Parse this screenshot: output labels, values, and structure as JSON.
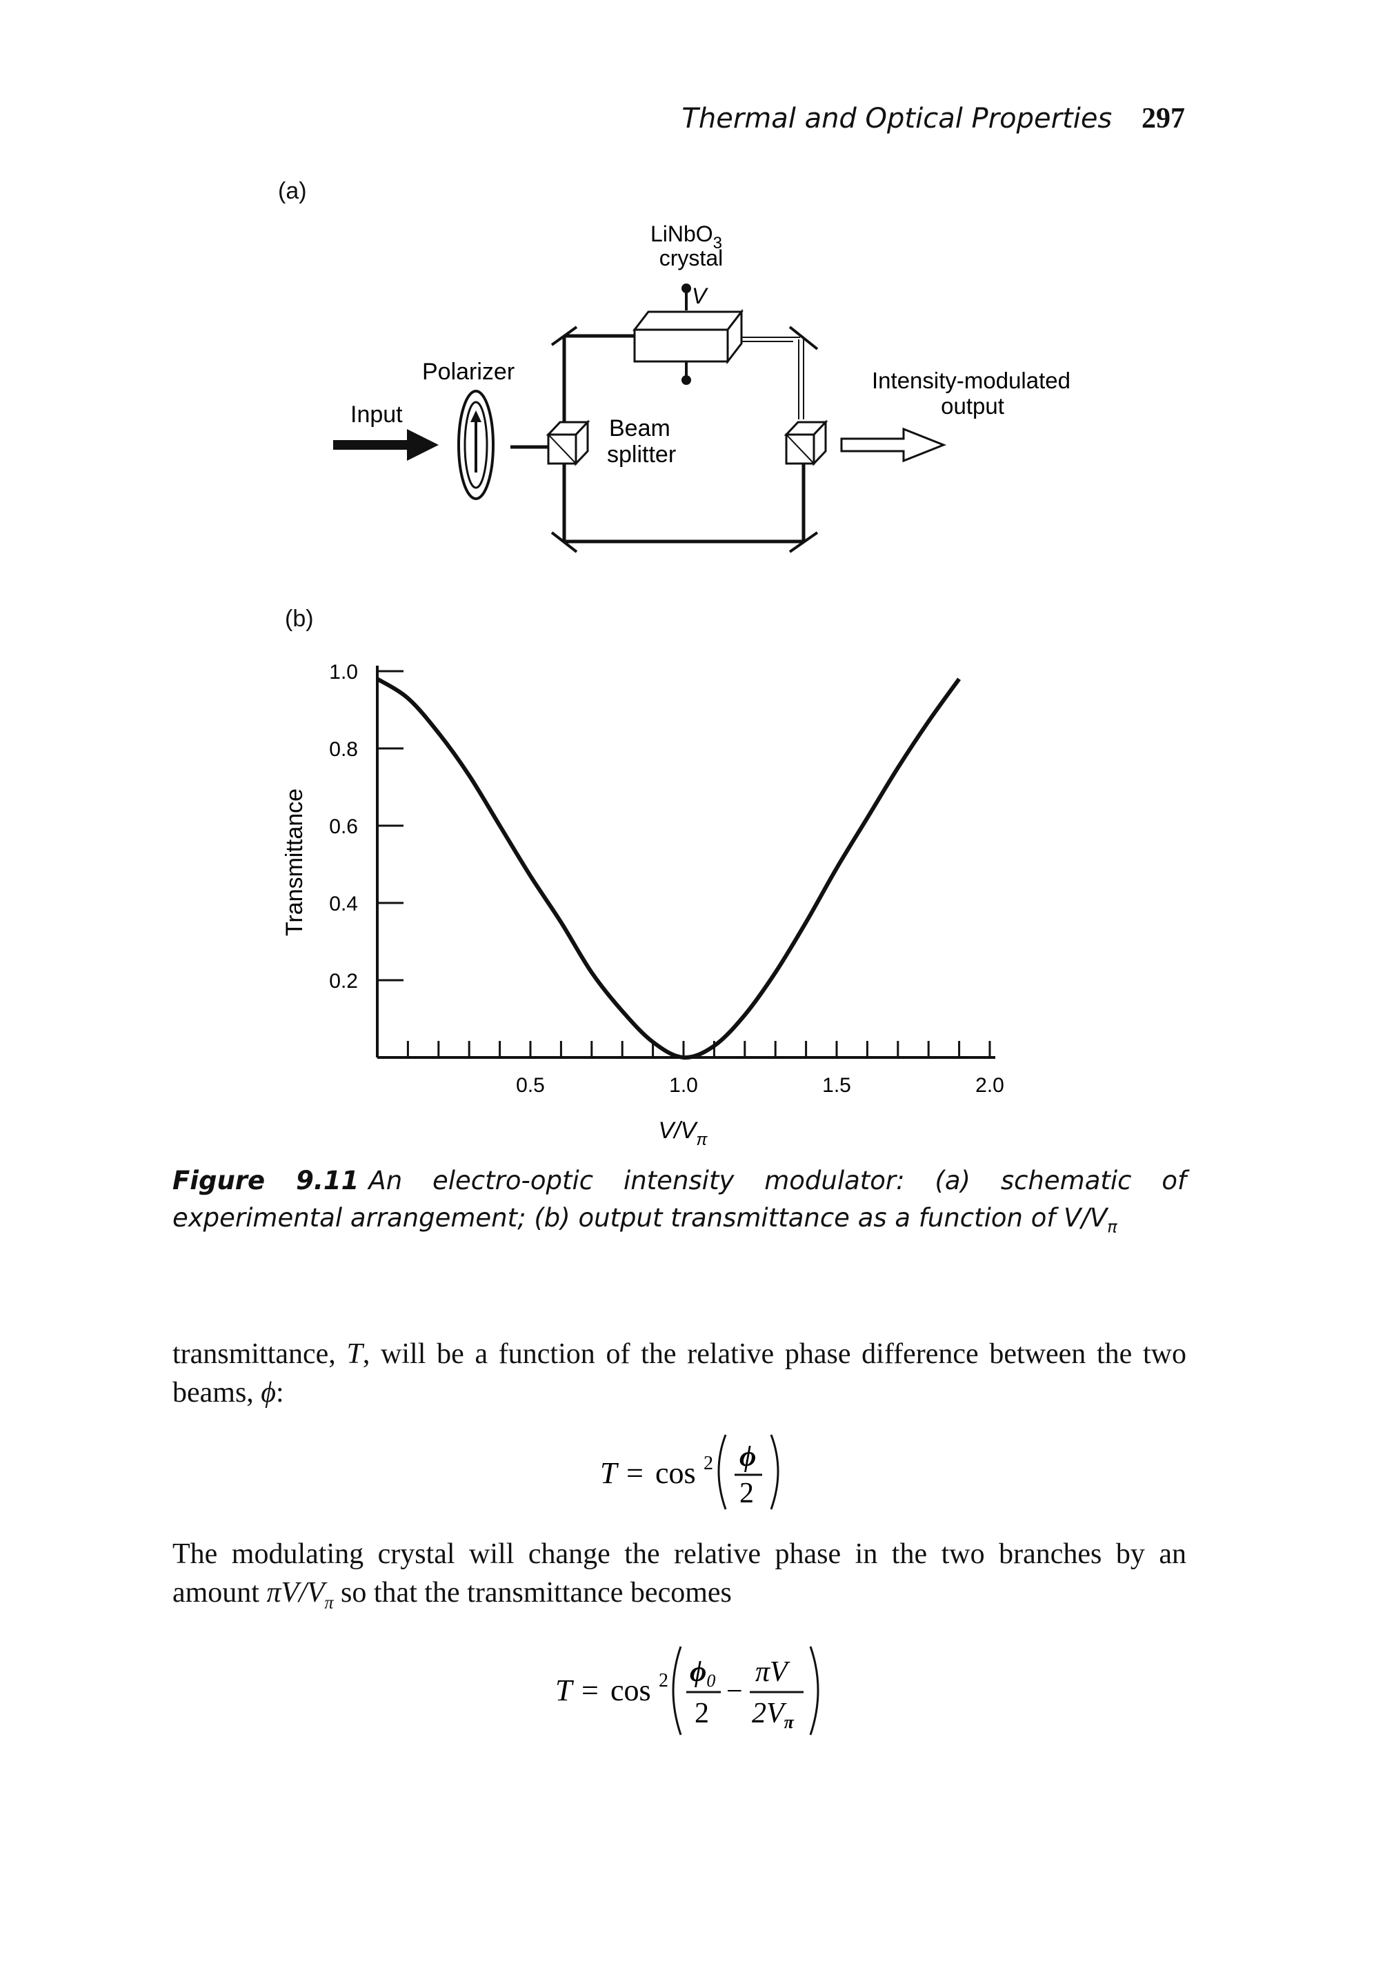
{
  "header": {
    "running_title": "Thermal and Optical Properties",
    "page_number": "297"
  },
  "figure": {
    "panel_a_label": "(a)",
    "panel_b_label": "(b)",
    "schematic": {
      "crystal_formula": "LiNbO",
      "crystal_subscript": "3",
      "crystal_word": "crystal",
      "voltage_label": "V",
      "polarizer_label": "Polarizer",
      "input_label": "Input",
      "beam_label": "Beam",
      "splitter_label": "splitter",
      "output_label_line1": "Intensity-modulated",
      "output_label_line2": "output"
    },
    "caption_number": "Figure 9.11",
    "caption_text": "An electro-optic intensity modulator: (a) schematic of experimental arrangement; (b) output transmittance as a function of V/V",
    "caption_subscript": "π"
  },
  "chart_data": {
    "type": "line",
    "xlabel": "V/V",
    "xlabel_subscript": "π",
    "ylabel": "Transmittance",
    "xlim": [
      0,
      2.0
    ],
    "ylim": [
      0,
      1.0
    ],
    "x_ticks": [
      "0.5",
      "1.0",
      "1.5",
      "2.0"
    ],
    "y_ticks": [
      "0.2",
      "0.4",
      "0.6",
      "0.8",
      "1.0"
    ],
    "series": [
      {
        "x": [
          0.0,
          0.1,
          0.2,
          0.3,
          0.4,
          0.5,
          0.6,
          0.7,
          0.8,
          0.9,
          1.0,
          1.1,
          1.2,
          1.3,
          1.4,
          1.5,
          1.6,
          1.7,
          1.8,
          1.9
        ],
        "values": [
          0.98,
          0.93,
          0.84,
          0.73,
          0.6,
          0.47,
          0.35,
          0.22,
          0.12,
          0.04,
          0.0,
          0.03,
          0.11,
          0.22,
          0.35,
          0.49,
          0.62,
          0.75,
          0.87,
          0.98
        ]
      }
    ],
    "grid": false
  },
  "body": {
    "para1_a": "transmittance, ",
    "para1_T": "T",
    "para1_b": ", will be a function of the relative phase difference between the two beams, ",
    "para1_phi": "ϕ",
    "para1_c": ":",
    "eq1": {
      "lhs": "T",
      "eqsign": "=",
      "func": "cos",
      "power": "2",
      "num": "ϕ",
      "den": "2"
    },
    "para2_a": "The modulating crystal will change the relative phase in the two branches by an amount ",
    "para2_math": "πV/V",
    "para2_sub": "π",
    "para2_b": " so that the transmittance becomes",
    "eq2": {
      "lhs": "T",
      "eqsign": "=",
      "func": "cos",
      "power": "2",
      "num1": "ϕ",
      "num1_sub": "0",
      "den1": "2",
      "minus": "−",
      "num2": "πV",
      "den2": "2V",
      "den2_sub": "π"
    }
  }
}
